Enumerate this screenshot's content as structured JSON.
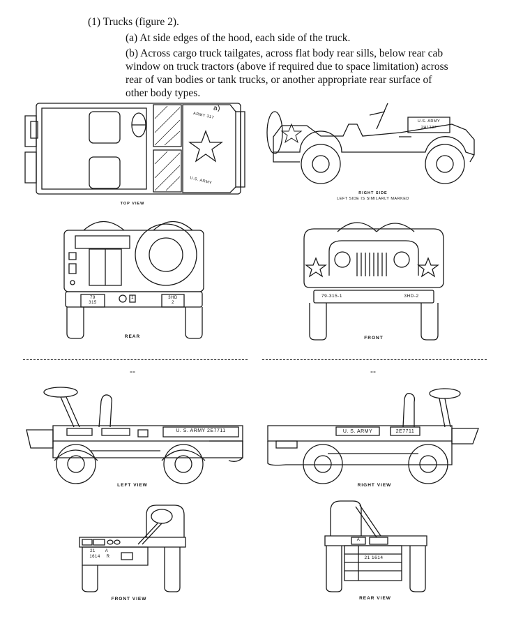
{
  "text": {
    "heading": "(1) Trucks (figure 2).",
    "item_a": "(a) At side edges of the hood, each side of the truck.",
    "item_b_lines": [
      "(b) Across cargo truck tailgates, across flat body rear sills, below rear cab",
      "window on truck tractors (above if required due to space limitation) across",
      "rear of van bodies or tank trucks, or another appropriate rear surface of",
      "other body types."
    ]
  },
  "captions": {
    "top_view": "TOP VIEW",
    "right_side": "RIGHT SIDE",
    "right_side_note": "LEFT SIDE IS SIMILARLY MARKED",
    "rear": "REAR",
    "front": "FRONT",
    "left_view": "LEFT VIEW",
    "right_view": "RIGHT VIEW",
    "front_view": "FRONT VIEW",
    "rear_view": "REAR VIEW"
  },
  "separators": {
    "marker": "--"
  },
  "markings": {
    "hood_top_army": "ARMY 317",
    "hood_top_us_army": "U.S. ARMY",
    "hood_top_a": "a)",
    "side_us_army": "U.S. ARMY",
    "side_number": "2H1237",
    "rear_plate_left_1": "79",
    "rear_plate_left_2": "315",
    "rear_plate_mid": "1",
    "rear_plate_right_1": "3HD",
    "rear_plate_right_2": "2",
    "front_bumper_left": "79-315-1",
    "front_bumper_right": "3HD-2",
    "mule_left_us_army": "U. S. ARMY 2E7711",
    "mule_right_us_army": "U. S. ARMY",
    "mule_right_number": "2E7711",
    "mule_front_21": "21",
    "mule_front_a": "A",
    "mule_front_num": "1614",
    "mule_front_r": "R",
    "mule_rear_a": "A",
    "mule_rear_num": "21 1614"
  }
}
